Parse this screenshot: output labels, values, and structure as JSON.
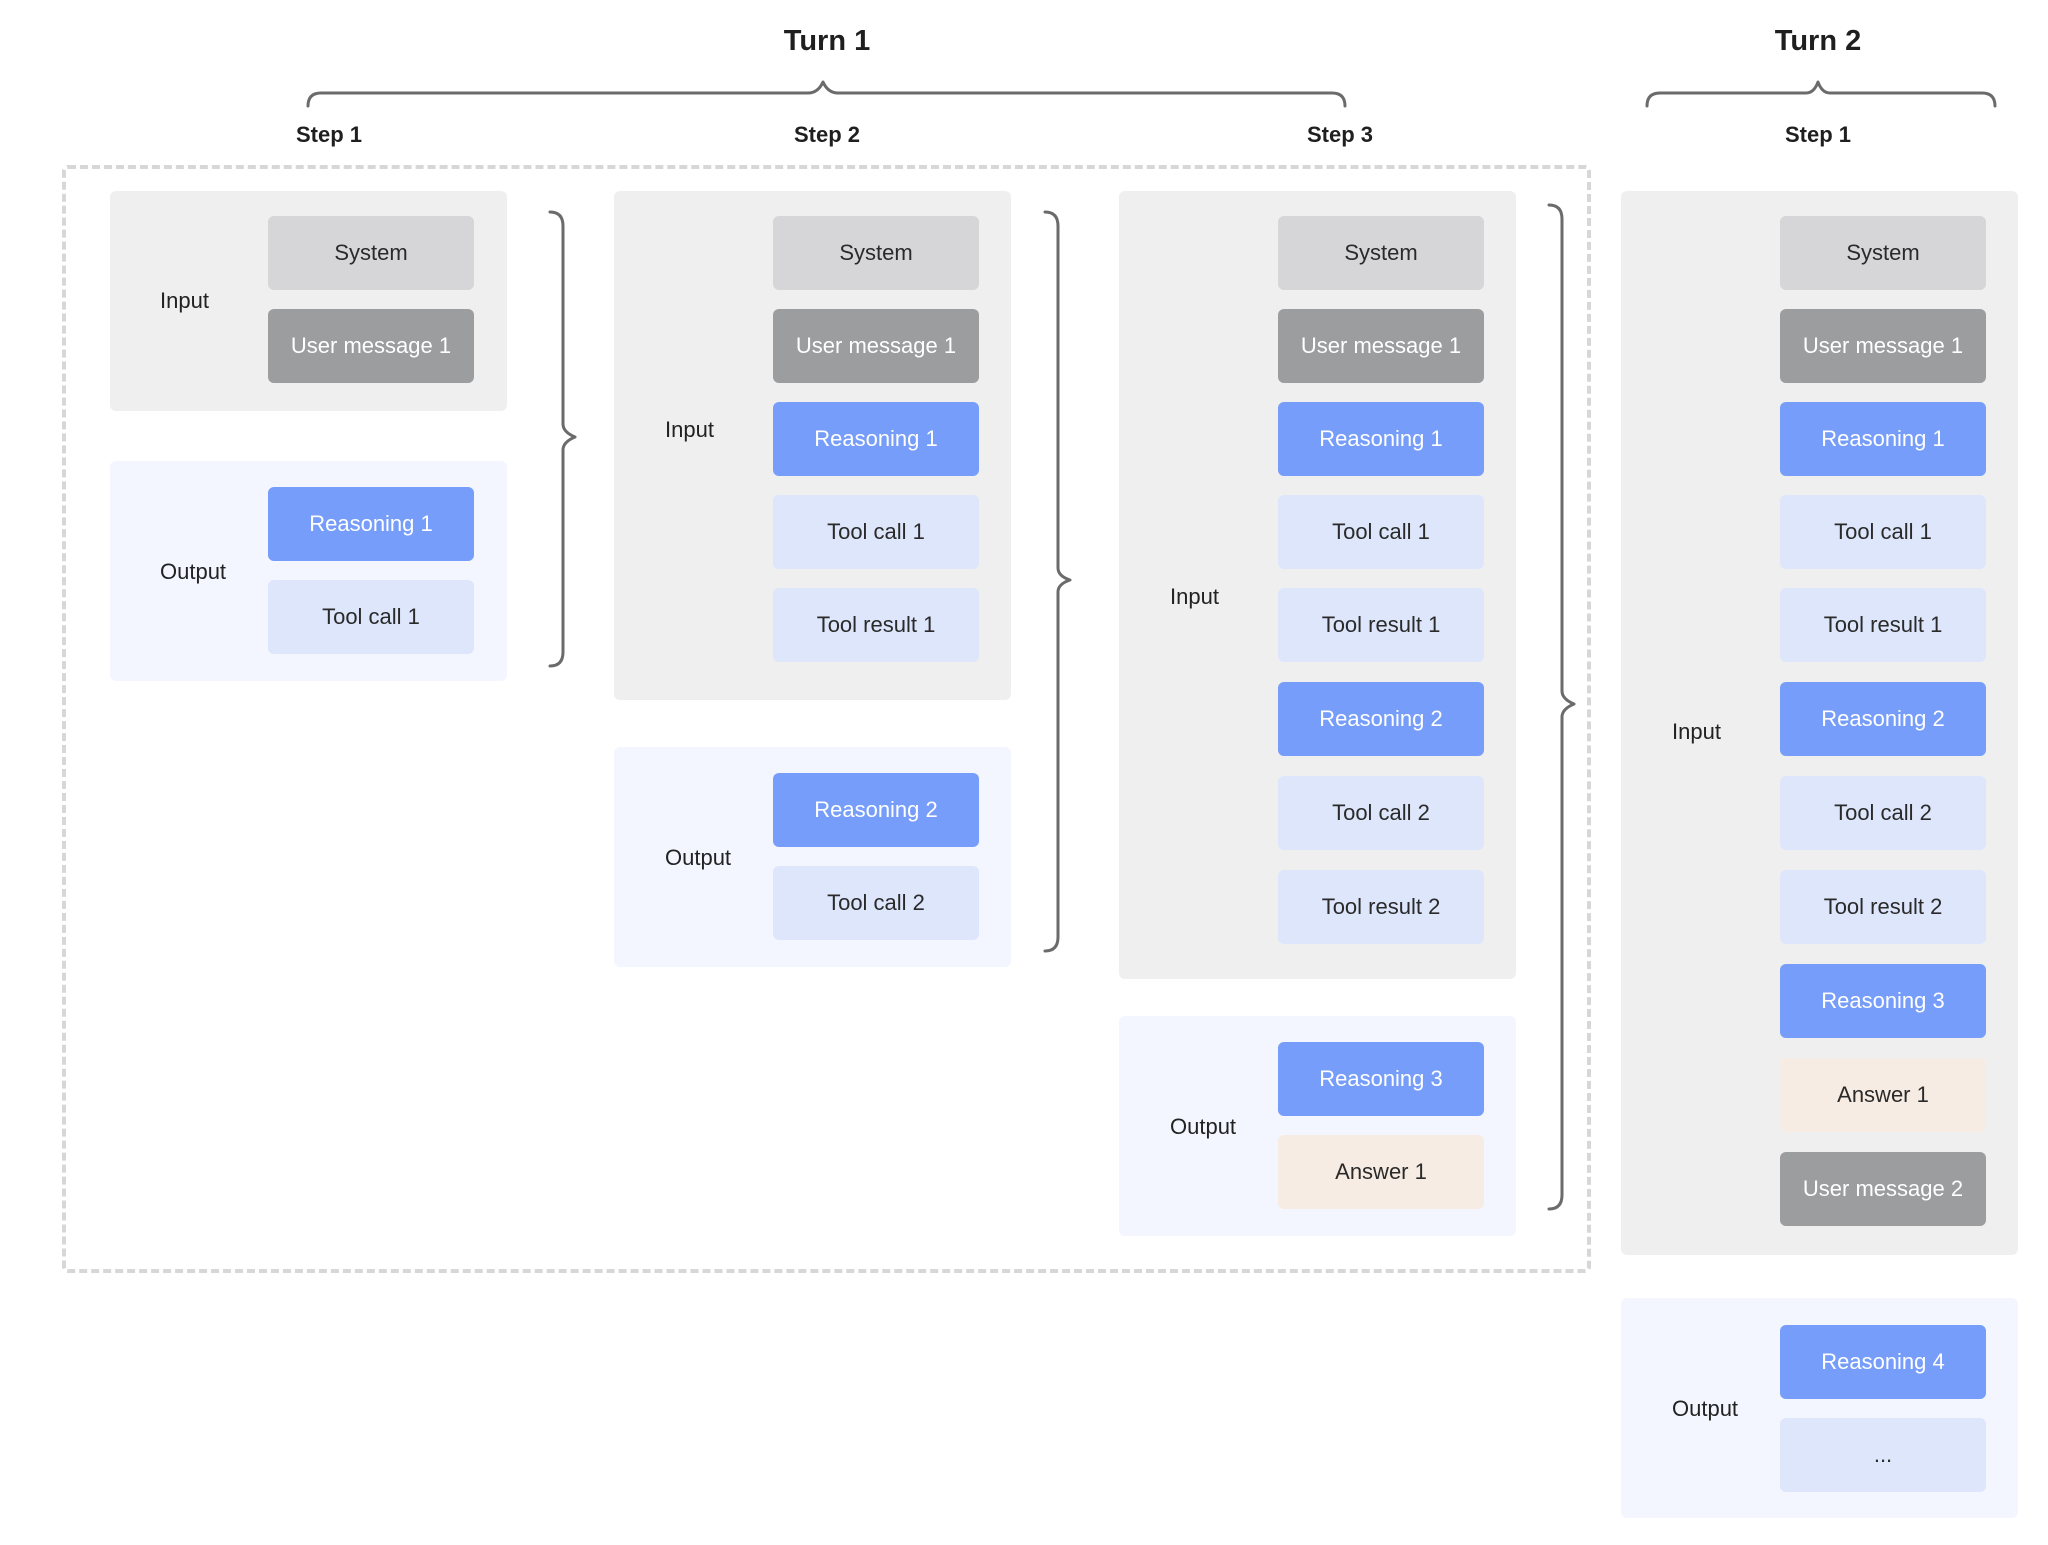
{
  "turns": [
    {
      "title": "Turn 1",
      "steps": [
        "Step 1",
        "Step 2",
        "Step 3"
      ]
    },
    {
      "title": "Turn 2",
      "steps": [
        "Step 1"
      ]
    }
  ],
  "panel_labels": {
    "input": "Input",
    "output": "Output"
  },
  "columns": [
    {
      "input": [
        "System",
        "User message 1"
      ],
      "output": [
        "Reasoning 1",
        "Tool call 1"
      ]
    },
    {
      "input": [
        "System",
        "User message 1",
        "Reasoning 1",
        "Tool call 1",
        "Tool result 1"
      ],
      "output": [
        "Reasoning 2",
        "Tool call 2"
      ]
    },
    {
      "input": [
        "System",
        "User message 1",
        "Reasoning 1",
        "Tool call 1",
        "Tool result 1",
        "Reasoning 2",
        "Tool call 2",
        "Tool result 2"
      ],
      "output": [
        "Reasoning 3",
        "Answer 1"
      ]
    },
    {
      "input": [
        "System",
        "User message 1",
        "Reasoning 1",
        "Tool call 1",
        "Tool result 1",
        "Reasoning 2",
        "Tool call 2",
        "Tool result 2",
        "Reasoning 3",
        "Answer 1",
        "User message 2"
      ],
      "output": [
        "Reasoning 4",
        "..."
      ]
    }
  ],
  "colors": {
    "system": "#d6d6d8",
    "user_message": "#9c9d9f",
    "reasoning": "#769df9",
    "tool": "#dde6fb",
    "answer": "#f7ece3",
    "input_panel": "#efefef",
    "output_panel": "#f3f6fe"
  }
}
